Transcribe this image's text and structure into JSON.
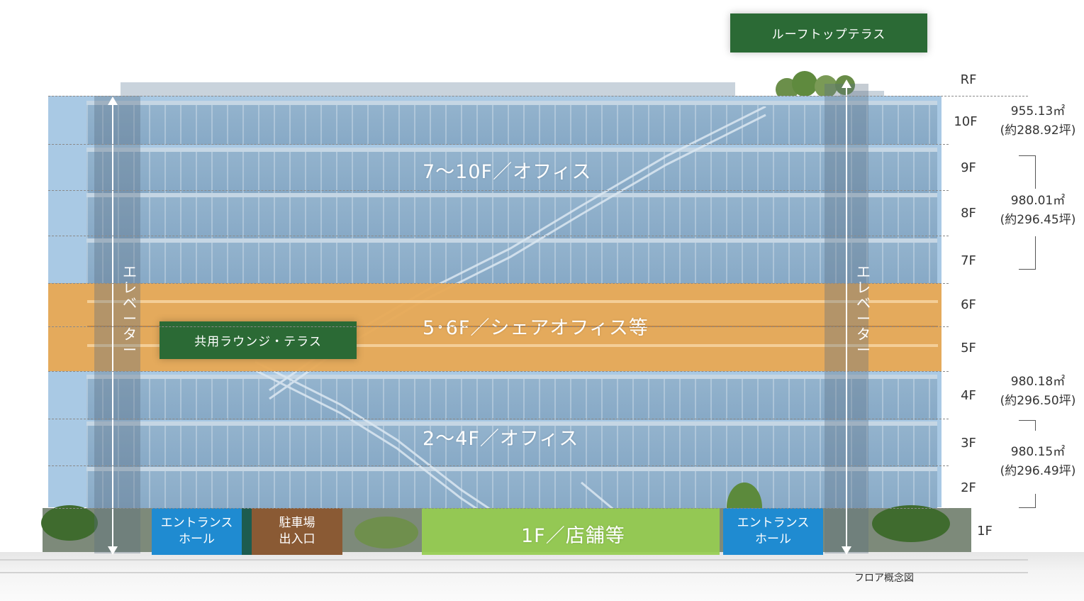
{
  "tags": {
    "rooftop": "ルーフトップテラス",
    "lounge": "共用ラウンジ・テラス"
  },
  "zones": {
    "upper_office": "7～10F／オフィス",
    "share_office": "5･6F／シェアオフィス等",
    "lower_office": "2～4F／オフィス",
    "shop": "1F／店舗等"
  },
  "elevator": {
    "left": "エレベーター",
    "right": "エレベーター"
  },
  "ground": {
    "entrance_left": [
      "エントランス",
      "ホール"
    ],
    "parking": [
      "駐車場",
      "出入口"
    ],
    "entrance_right": [
      "エントランス",
      "ホール"
    ]
  },
  "floors": [
    "RF",
    "10F",
    "9F",
    "8F",
    "7F",
    "6F",
    "5F",
    "4F",
    "3F",
    "2F",
    "1F"
  ],
  "areas": [
    {
      "sqm": "955.13㎡",
      "tsubo": "(約288.92坪)"
    },
    {
      "sqm": "980.01㎡",
      "tsubo": "(約296.45坪)"
    },
    {
      "sqm": "980.18㎡",
      "tsubo": "(約296.50坪)"
    },
    {
      "sqm": "980.15㎡",
      "tsubo": "(約296.49坪)"
    }
  ],
  "caption": "フロア概念図",
  "colors": {
    "building_blue": "#a9c9e4",
    "share_orange": "#e8a852",
    "shop_green": "#96cd50",
    "tag_green": "#2b6a35",
    "entrance_blue": "#1f8bd1",
    "parking_brown": "#8a5a34"
  }
}
